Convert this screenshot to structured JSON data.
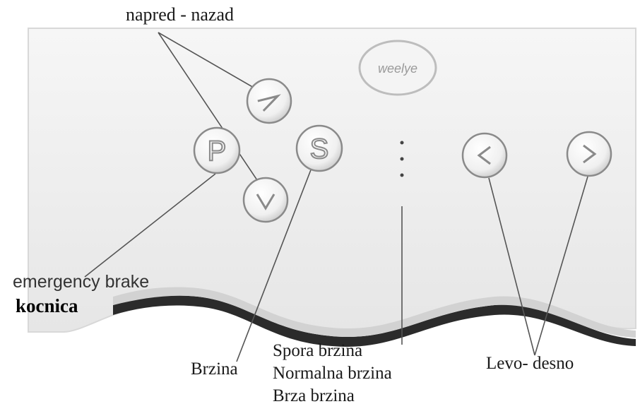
{
  "labels": {
    "forward_back": "napred - nazad",
    "emergency": "emergency brake",
    "brake": "kocnica",
    "speed": "Brzina",
    "speed_modes": [
      "Spora brzina",
      "Normalna brzina",
      "Brza brzina"
    ],
    "left_right": "Levo- desno"
  },
  "buttons": {
    "park": "P",
    "speed": "S"
  },
  "logo_text": "weelye",
  "colors": {
    "panel": "#eeeeee",
    "panel_shadow": "#d6d6d6",
    "edge_dark": "#2b2b2b",
    "line": "#555555"
  }
}
